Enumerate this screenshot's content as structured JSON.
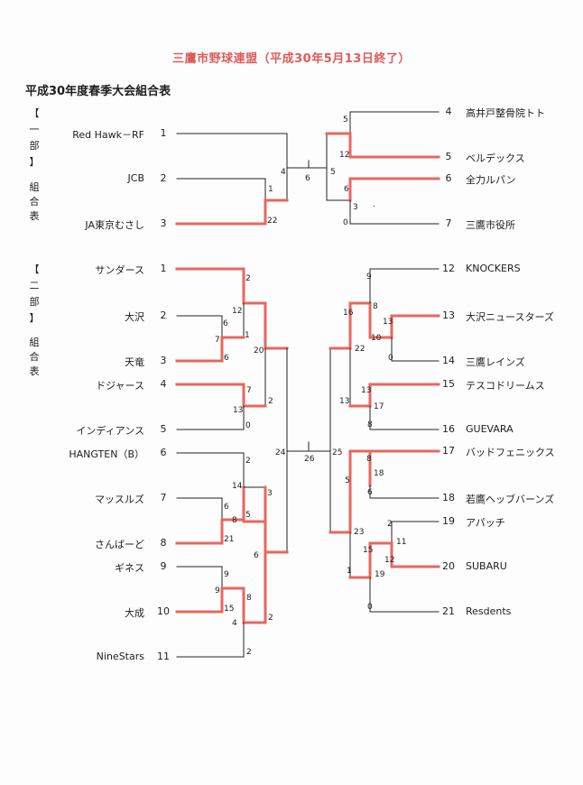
{
  "title": "三鷹市野球連盟（平成30年5月13日終了）",
  "subtitle": "平成30年度春季大会組合表",
  "division1": {
    "label_chars": [
      "【",
      "一",
      "部",
      "】"
    ],
    "sub_chars": [
      "組",
      "合",
      "表"
    ]
  },
  "division2": {
    "label_chars": [
      "【",
      "二",
      "部",
      "】"
    ],
    "sub_chars": [
      "組",
      "合",
      "表"
    ]
  },
  "colors": {
    "title": "#e05a5a",
    "win_line": "#e8675f",
    "line": "#222222"
  },
  "teams": [
    {
      "num": "1",
      "name": "Red Hawk－RF",
      "side": "left"
    },
    {
      "num": "2",
      "name": "JCB",
      "side": "left"
    },
    {
      "num": "3",
      "name": "JA東京むさし",
      "side": "left"
    },
    {
      "num": "4",
      "name": "高井戸整骨院トト",
      "side": "right"
    },
    {
      "num": "5",
      "name": "ベルデックス",
      "side": "right"
    },
    {
      "num": "6",
      "name": "全力ルパン",
      "side": "right"
    },
    {
      "num": "7",
      "name": "三鷹市役所",
      "side": "right"
    },
    {
      "num": "1",
      "name": "サンダース",
      "side": "left"
    },
    {
      "num": "2",
      "name": "大沢",
      "side": "left"
    },
    {
      "num": "3",
      "name": "天竜",
      "side": "left"
    },
    {
      "num": "4",
      "name": "ドジャース",
      "side": "left"
    },
    {
      "num": "5",
      "name": "インディアンス",
      "side": "left"
    },
    {
      "num": "6",
      "name": "HANGTEN（B）",
      "side": "left"
    },
    {
      "num": "7",
      "name": "マッスルズ",
      "side": "left"
    },
    {
      "num": "8",
      "name": "さんばーど",
      "side": "left"
    },
    {
      "num": "9",
      "name": "ギネス",
      "side": "left"
    },
    {
      "num": "10",
      "name": "大成",
      "side": "left"
    },
    {
      "num": "11",
      "name": "NineStars",
      "side": "left"
    },
    {
      "num": "12",
      "name": "KNOCKERS",
      "side": "right"
    },
    {
      "num": "13",
      "name": "大沢ニュースターズ",
      "side": "right"
    },
    {
      "num": "14",
      "name": "三鷹レインズ",
      "side": "right"
    },
    {
      "num": "15",
      "name": "テスコドリームス",
      "side": "right"
    },
    {
      "num": "16",
      "name": "GUEVARA",
      "side": "right"
    },
    {
      "num": "17",
      "name": "バッドフェニックス",
      "side": "right"
    },
    {
      "num": "18",
      "name": "若鷹ヘッブバーンズ",
      "side": "right"
    },
    {
      "num": "19",
      "name": "アパッチ",
      "side": "right"
    },
    {
      "num": "20",
      "name": "SUBARU",
      "side": "right"
    },
    {
      "num": "21",
      "name": "Resdents",
      "side": "right"
    }
  ],
  "scores": [
    "4",
    "6",
    "5",
    "1",
    "22",
    "5",
    "12",
    "6",
    "3",
    "0",
    "2",
    "12",
    "6",
    "1",
    "7",
    "6",
    "20",
    "7",
    "13",
    "2",
    "0",
    "24",
    "26",
    "25",
    "2",
    "14",
    "3",
    "8",
    "6",
    "5",
    "21",
    "6",
    "9",
    "9",
    "8",
    "15",
    "4",
    "2",
    "2",
    "9",
    "16",
    "8",
    "13",
    "10",
    "0",
    "22",
    "13",
    "13",
    "17",
    "8",
    "8",
    "18",
    "5",
    "6",
    "23",
    "2",
    "15",
    "11",
    "12",
    "1",
    "19",
    "0"
  ]
}
